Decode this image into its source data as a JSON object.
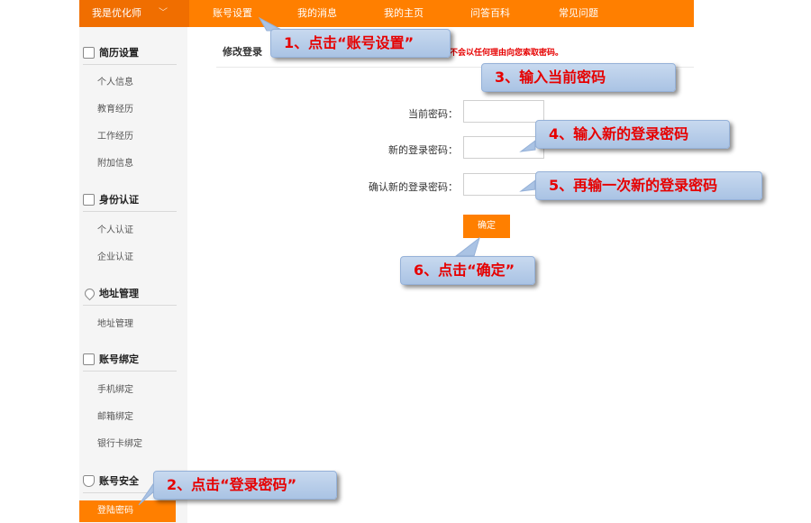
{
  "topbar": {
    "brand": "我是优化师",
    "nav": [
      "账号设置",
      "我的消息",
      "我的主页",
      "问答百科",
      "常见问题"
    ]
  },
  "sidebar": {
    "sections": [
      {
        "title": "简历设置",
        "items": [
          "个人信息",
          "教育经历",
          "工作经历",
          "附加信息"
        ]
      },
      {
        "title": "身份认证",
        "items": [
          "个人认证",
          "企业认证"
        ]
      },
      {
        "title": "地址管理",
        "items": [
          "地址管理"
        ]
      },
      {
        "title": "账号绑定",
        "items": [
          "手机绑定",
          "邮箱绑定",
          "银行卡绑定"
        ]
      },
      {
        "title": "账号安全",
        "items": [
          "登陆密码"
        ]
      }
    ]
  },
  "main": {
    "heading": "修改登录",
    "notice": "人员不会以任何理由向您索取密码。",
    "fields": [
      {
        "label": "当前密码："
      },
      {
        "label": "新的登录密码："
      },
      {
        "label": "确认新的登录密码："
      }
    ],
    "confirm": "确定"
  },
  "callouts": [
    "1、点击“账号设置”",
    "2、点击“登录密码”",
    "3、输入当前密码",
    "4、输入新的登录密码",
    "5、再输一次新的登录密码",
    "6、点击“确定”"
  ]
}
